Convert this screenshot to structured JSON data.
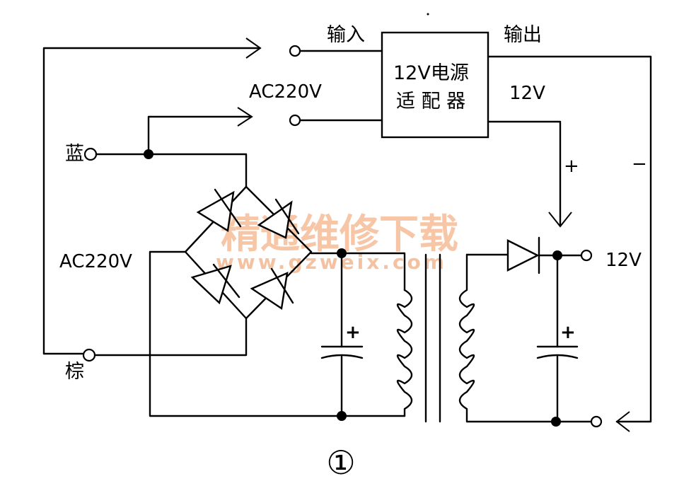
{
  "labels": {
    "input": "输入",
    "output": "输出",
    "adapter_line1": "12V电源",
    "adapter_line2": "适 配 器",
    "ac_top": "AC220V",
    "ac_left": "AC220V",
    "v12_adapter": "12V",
    "v12_out": "12V",
    "plus": "+",
    "minus": "−",
    "blue": "蓝",
    "brown": "棕",
    "cap_plus_left": "+",
    "cap_plus_right": "+",
    "figure_number": "①"
  },
  "watermark": {
    "line1": "精通维修下载",
    "line2": "www.gzweix.com"
  }
}
